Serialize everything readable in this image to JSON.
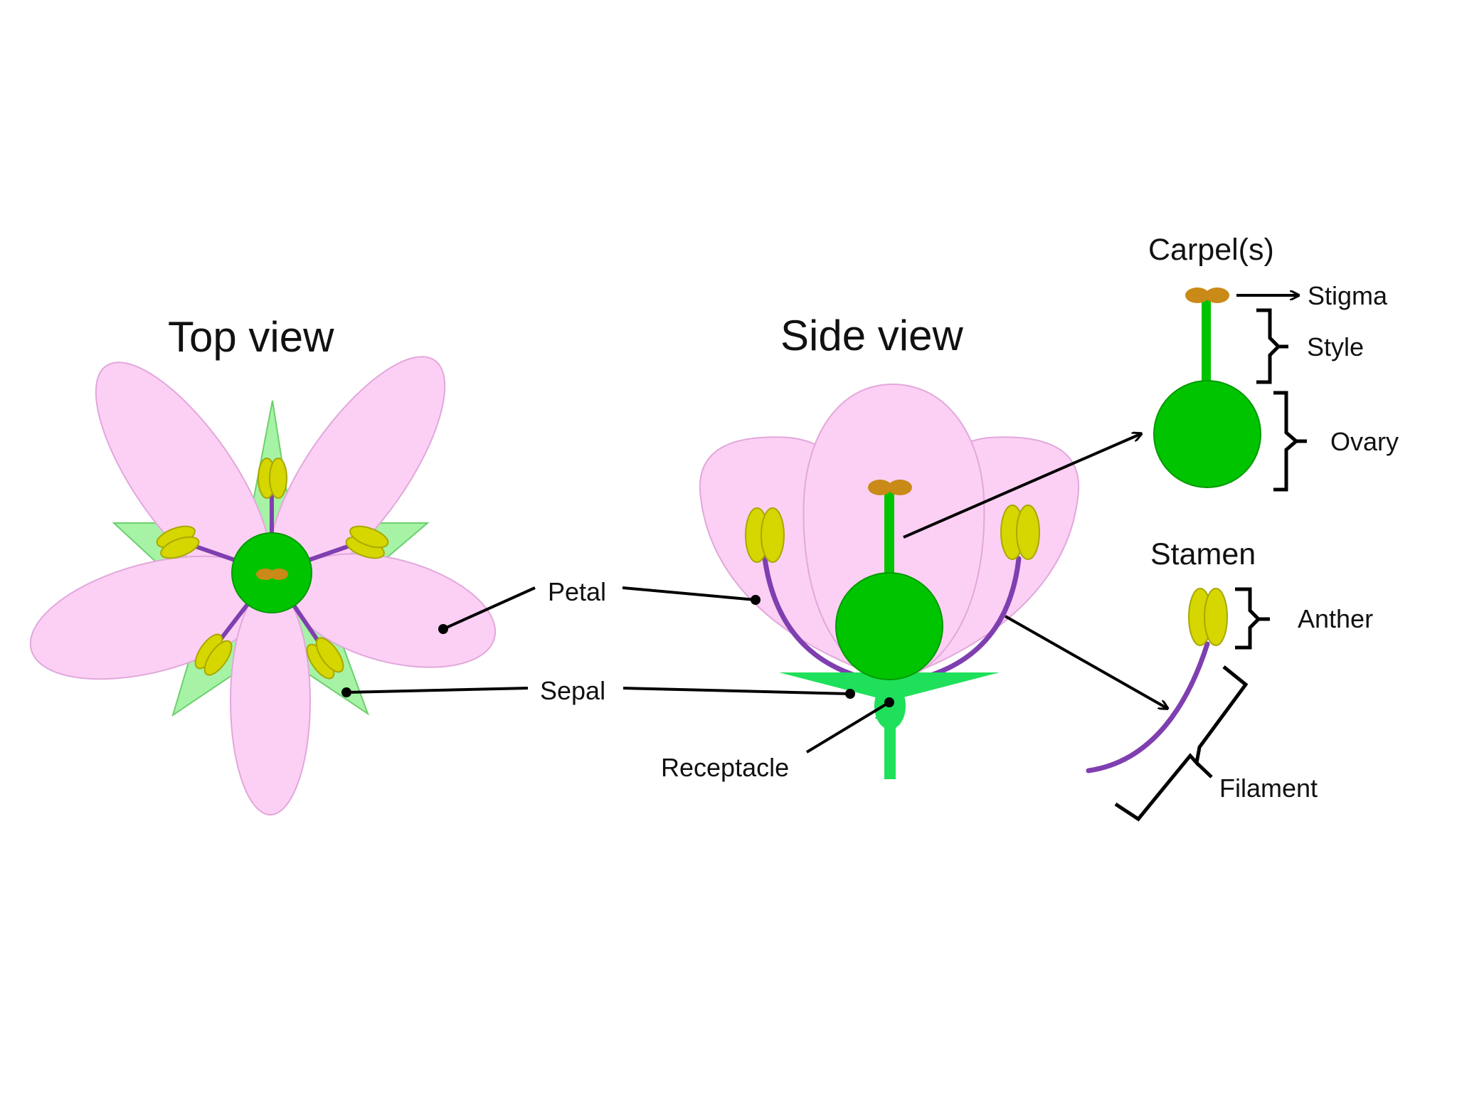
{
  "titles": {
    "top_view": "Top view",
    "side_view": "Side view",
    "carpel": "Carpel(s)",
    "stamen": "Stamen"
  },
  "labels": {
    "petal": "Petal",
    "sepal": "Sepal",
    "receptacle": "Receptacle",
    "stigma": "Stigma",
    "style": "Style",
    "ovary": "Ovary",
    "anther": "Anther",
    "filament": "Filament"
  },
  "colors": {
    "petal": "#fcd0f4",
    "petal_edge": "#e2a7dc",
    "sepal": "#a6f3a6",
    "green": "#00c400",
    "stem_green": "#1ee05a",
    "anther": "#d6d600",
    "filament": "#7f3fb0",
    "stigma": "#c98a17"
  }
}
